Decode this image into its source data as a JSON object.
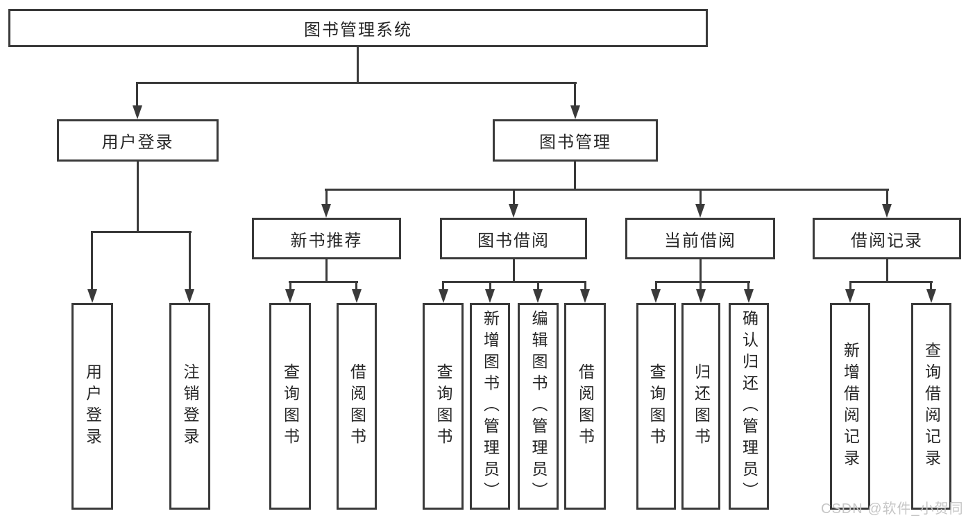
{
  "colors": {
    "line": "#3a3a3a",
    "text": "#262626",
    "background": "#ffffff",
    "watermark": "#c6c6c6"
  },
  "diagram": {
    "root": "图书管理系统",
    "level2": [
      "用户登录",
      "图书管理"
    ],
    "level3": [
      "新书推荐",
      "图书借阅",
      "当前借阅",
      "借阅记录"
    ],
    "leaves": [
      "用户登录",
      "注销登录",
      "查询图书",
      "借阅图书",
      "查询图书",
      "新增图书（管理员）",
      "编辑图书（管理员）",
      "借阅图书",
      "查询图书",
      "归还图书",
      "确认归还（管理员）",
      "新增借阅记录",
      "查询借阅记录"
    ]
  },
  "watermark": "CSDN @软件_小贺同学"
}
